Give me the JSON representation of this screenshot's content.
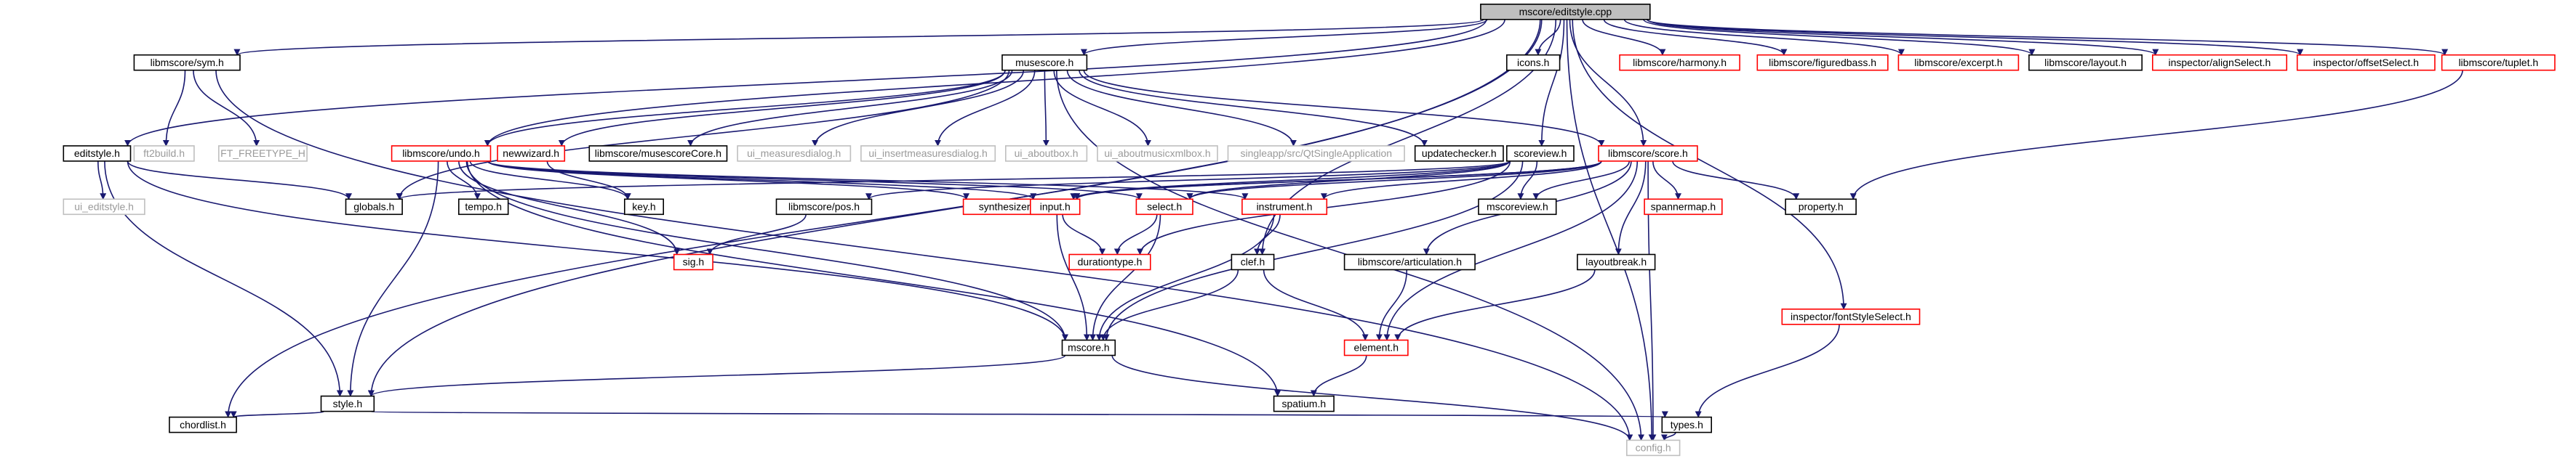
{
  "colors": {
    "edge_default": "#191970",
    "edge_gray": "#808080",
    "edge_red": "#b22222",
    "box_black": "#000000",
    "box_red": "#ff0000",
    "box_gray": "#bfbfbf",
    "root_fill": "#bfbfbf",
    "text_black": "#000000",
    "text_gray": "#9a9a9a"
  },
  "nodes": [
    {
      "id": "root",
      "label": "mscore/editstyle.cpp",
      "kind": "root"
    },
    {
      "id": "sym",
      "label": "libmscore/sym.h",
      "kind": "black"
    },
    {
      "id": "musescore",
      "label": "musescore.h",
      "kind": "black"
    },
    {
      "id": "icons",
      "label": "icons.h",
      "kind": "black"
    },
    {
      "id": "harmony",
      "label": "libmscore/harmony.h",
      "kind": "red"
    },
    {
      "id": "figuredbass",
      "label": "libmscore/figuredbass.h",
      "kind": "red"
    },
    {
      "id": "excerpt",
      "label": "libmscore/excerpt.h",
      "kind": "red"
    },
    {
      "id": "layout",
      "label": "libmscore/layout.h",
      "kind": "black"
    },
    {
      "id": "alignselect",
      "label": "inspector/alignSelect.h",
      "kind": "red"
    },
    {
      "id": "offsetselect",
      "label": "inspector/offsetSelect.h",
      "kind": "red"
    },
    {
      "id": "tuplet",
      "label": "libmscore/tuplet.h",
      "kind": "red"
    },
    {
      "id": "editstyle",
      "label": "editstyle.h",
      "kind": "black"
    },
    {
      "id": "ft2build",
      "label": "ft2build.h",
      "kind": "gray"
    },
    {
      "id": "freetype",
      "label": "FT_FREETYPE_H",
      "kind": "gray"
    },
    {
      "id": "undo",
      "label": "libmscore/undo.h",
      "kind": "red"
    },
    {
      "id": "newwizard",
      "label": "newwizard.h",
      "kind": "red"
    },
    {
      "id": "musescorecore",
      "label": "libmscore/musescoreCore.h",
      "kind": "black"
    },
    {
      "id": "ui_measuresdialog",
      "label": "ui_measuresdialog.h",
      "kind": "gray"
    },
    {
      "id": "ui_insertmeasures",
      "label": "ui_insertmeasuresdialog.h",
      "kind": "gray"
    },
    {
      "id": "ui_aboutbox",
      "label": "ui_aboutbox.h",
      "kind": "gray"
    },
    {
      "id": "ui_aboutmusicxml",
      "label": "ui_aboutmusicxmlbox.h",
      "kind": "gray"
    },
    {
      "id": "qtsingle",
      "label": "singleapp/src/QtSingleApplication",
      "kind": "gray"
    },
    {
      "id": "updatechecker",
      "label": "updatechecker.h",
      "kind": "black"
    },
    {
      "id": "scoreview",
      "label": "scoreview.h",
      "kind": "black"
    },
    {
      "id": "score",
      "label": "libmscore/score.h",
      "kind": "red"
    },
    {
      "id": "ui_editstyle",
      "label": "ui_editstyle.h",
      "kind": "gray"
    },
    {
      "id": "globals",
      "label": "globals.h",
      "kind": "black"
    },
    {
      "id": "tempo",
      "label": "tempo.h",
      "kind": "black"
    },
    {
      "id": "key",
      "label": "key.h",
      "kind": "black"
    },
    {
      "id": "pos",
      "label": "libmscore/pos.h",
      "kind": "black"
    },
    {
      "id": "synthstate",
      "label": "synthesizerstate.h",
      "kind": "red"
    },
    {
      "id": "input",
      "label": "input.h",
      "kind": "red"
    },
    {
      "id": "select",
      "label": "select.h",
      "kind": "red"
    },
    {
      "id": "instrument",
      "label": "instrument.h",
      "kind": "red"
    },
    {
      "id": "mscoreview",
      "label": "mscoreview.h",
      "kind": "black"
    },
    {
      "id": "spannermap",
      "label": "spannermap.h",
      "kind": "red"
    },
    {
      "id": "property",
      "label": "property.h",
      "kind": "black"
    },
    {
      "id": "sig",
      "label": "sig.h",
      "kind": "red"
    },
    {
      "id": "durationtype",
      "label": "durationtype.h",
      "kind": "red"
    },
    {
      "id": "clef",
      "label": "clef.h",
      "kind": "black"
    },
    {
      "id": "articulation",
      "label": "libmscore/articulation.h",
      "kind": "black"
    },
    {
      "id": "layoutbreak",
      "label": "layoutbreak.h",
      "kind": "black"
    },
    {
      "id": "mscore",
      "label": "mscore.h",
      "kind": "black"
    },
    {
      "id": "element",
      "label": "element.h",
      "kind": "red"
    },
    {
      "id": "fontstyle",
      "label": "inspector/fontStyleSelect.h",
      "kind": "red"
    },
    {
      "id": "style",
      "label": "style.h",
      "kind": "black"
    },
    {
      "id": "spatium",
      "label": "spatium.h",
      "kind": "black"
    },
    {
      "id": "chordlist",
      "label": "chordlist.h",
      "kind": "black"
    },
    {
      "id": "types",
      "label": "types.h",
      "kind": "black"
    },
    {
      "id": "config",
      "label": "config.h",
      "kind": "gray"
    }
  ],
  "edges": [
    {
      "from": "root",
      "to": "sym"
    },
    {
      "from": "root",
      "to": "musescore"
    },
    {
      "from": "root",
      "to": "icons"
    },
    {
      "from": "root",
      "to": "harmony"
    },
    {
      "from": "root",
      "to": "figuredbass"
    },
    {
      "from": "root",
      "to": "excerpt"
    },
    {
      "from": "root",
      "to": "layout"
    },
    {
      "from": "root",
      "to": "alignselect"
    },
    {
      "from": "root",
      "to": "offsetselect"
    },
    {
      "from": "root",
      "to": "tuplet"
    },
    {
      "from": "root",
      "to": "editstyle"
    },
    {
      "from": "root",
      "to": "undo"
    },
    {
      "from": "root",
      "to": "scoreview"
    },
    {
      "from": "root",
      "to": "score"
    },
    {
      "from": "root",
      "to": "fontstyle"
    },
    {
      "from": "root",
      "to": "style"
    },
    {
      "from": "root",
      "to": "chordlist"
    },
    {
      "from": "root",
      "to": "clef"
    },
    {
      "from": "root",
      "to": "config"
    },
    {
      "from": "sym",
      "to": "ft2build"
    },
    {
      "from": "sym",
      "to": "freetype"
    },
    {
      "from": "sym",
      "to": "config"
    },
    {
      "from": "musescore",
      "to": "undo"
    },
    {
      "from": "musescore",
      "to": "newwizard"
    },
    {
      "from": "musescore",
      "to": "musescorecore"
    },
    {
      "from": "musescore",
      "to": "ui_measuresdialog"
    },
    {
      "from": "musescore",
      "to": "ui_insertmeasures"
    },
    {
      "from": "musescore",
      "to": "ui_aboutbox"
    },
    {
      "from": "musescore",
      "to": "ui_aboutmusicxml"
    },
    {
      "from": "musescore",
      "to": "qtsingle"
    },
    {
      "from": "musescore",
      "to": "updatechecker"
    },
    {
      "from": "musescore",
      "to": "score"
    },
    {
      "from": "musescore",
      "to": "globals"
    },
    {
      "from": "musescore",
      "to": "config"
    },
    {
      "from": "editstyle",
      "to": "ui_editstyle"
    },
    {
      "from": "editstyle",
      "to": "globals"
    },
    {
      "from": "editstyle",
      "to": "mscore"
    },
    {
      "from": "editstyle",
      "to": "style"
    },
    {
      "from": "undo",
      "to": "tempo"
    },
    {
      "from": "undo",
      "to": "key"
    },
    {
      "from": "undo",
      "to": "synthstate"
    },
    {
      "from": "undo",
      "to": "input"
    },
    {
      "from": "undo",
      "to": "select"
    },
    {
      "from": "undo",
      "to": "instrument"
    },
    {
      "from": "undo",
      "to": "sig"
    },
    {
      "from": "undo",
      "to": "mscore"
    },
    {
      "from": "undo",
      "to": "style"
    },
    {
      "from": "undo",
      "to": "spatium"
    },
    {
      "from": "newwizard",
      "to": "key"
    },
    {
      "from": "scoreview",
      "to": "globals"
    },
    {
      "from": "scoreview",
      "to": "pos"
    },
    {
      "from": "scoreview",
      "to": "input"
    },
    {
      "from": "scoreview",
      "to": "select"
    },
    {
      "from": "scoreview",
      "to": "mscoreview"
    },
    {
      "from": "scoreview",
      "to": "durationtype"
    },
    {
      "from": "scoreview",
      "to": "mscore"
    },
    {
      "from": "score",
      "to": "synthstate"
    },
    {
      "from": "score",
      "to": "input"
    },
    {
      "from": "score",
      "to": "select"
    },
    {
      "from": "score",
      "to": "instrument"
    },
    {
      "from": "score",
      "to": "mscoreview"
    },
    {
      "from": "score",
      "to": "spannermap"
    },
    {
      "from": "score",
      "to": "property"
    },
    {
      "from": "score",
      "to": "layoutbreak"
    },
    {
      "from": "score",
      "to": "articulation"
    },
    {
      "from": "score",
      "to": "element"
    },
    {
      "from": "score",
      "to": "config"
    },
    {
      "from": "tuplet",
      "to": "property"
    },
    {
      "from": "pos",
      "to": "sig"
    },
    {
      "from": "input",
      "to": "durationtype"
    },
    {
      "from": "input",
      "to": "mscore"
    },
    {
      "from": "select",
      "to": "durationtype"
    },
    {
      "from": "select",
      "to": "mscore"
    },
    {
      "from": "instrument",
      "to": "clef"
    },
    {
      "from": "instrument",
      "to": "mscore"
    },
    {
      "from": "clef",
      "to": "mscore"
    },
    {
      "from": "clef",
      "to": "element"
    },
    {
      "from": "articulation",
      "to": "element"
    },
    {
      "from": "layoutbreak",
      "to": "element"
    },
    {
      "from": "element",
      "to": "spatium"
    },
    {
      "from": "mscore",
      "to": "style"
    },
    {
      "from": "mscore",
      "to": "config"
    },
    {
      "from": "style",
      "to": "chordlist"
    },
    {
      "from": "style",
      "to": "types"
    },
    {
      "from": "fontstyle",
      "to": "types"
    },
    {
      "from": "types",
      "to": "config"
    }
  ]
}
